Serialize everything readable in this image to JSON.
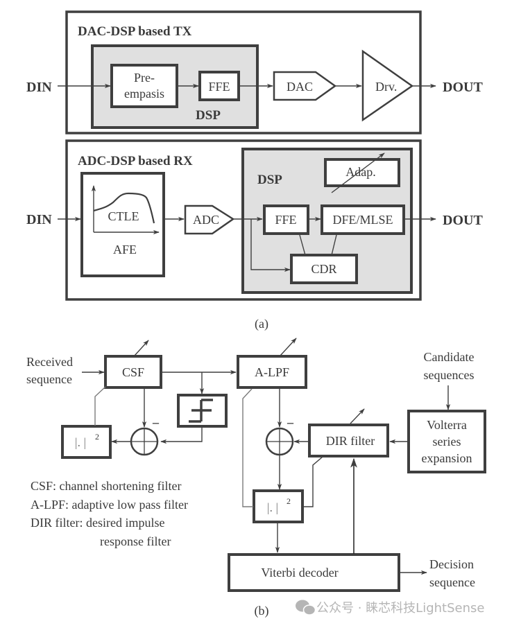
{
  "figure_a": {
    "caption": "(a)",
    "tx": {
      "title": "DAC-DSP based TX",
      "input_label": "DIN",
      "output_label": "DOUT",
      "dsp_label": "DSP",
      "pre_emphasis_line1": "Pre-",
      "pre_emphasis_line2": "empasis",
      "ffe": "FFE",
      "dac": "DAC",
      "driver": "Drv."
    },
    "rx": {
      "title": "ADC-DSP based RX",
      "input_label": "DIN",
      "output_label": "DOUT",
      "ctle": "CTLE",
      "afe": "AFE",
      "adc": "ADC",
      "dsp_label": "DSP",
      "adap": "Adap.",
      "ffe": "FFE",
      "dfe_mlse": "DFE/MLSE",
      "cdr": "CDR"
    }
  },
  "figure_b": {
    "caption": "(b)",
    "received_line1": "Received",
    "received_line2": "sequence",
    "csf": "CSF",
    "alpf": "A-LPF",
    "abs_sq": "|. |",
    "abs_sq_exp": "2",
    "minus": "–",
    "candidate_line1": "Candidate",
    "candidate_line2": "sequences",
    "volterra_line1": "Volterra",
    "volterra_line2": "series",
    "volterra_line3": "expansion",
    "dir_filter": "DIR filter",
    "viterbi": "Viterbi decoder",
    "decision_line1": "Decision",
    "decision_line2": "sequence",
    "legend": [
      "CSF: channel shortening filter",
      "A-LPF: adaptive low pass filter",
      "DIR filter: desired impulse",
      "response filter"
    ]
  },
  "watermark": {
    "icon": "wechat-icon",
    "text": "公众号 · 睐芯科技LightSense"
  }
}
